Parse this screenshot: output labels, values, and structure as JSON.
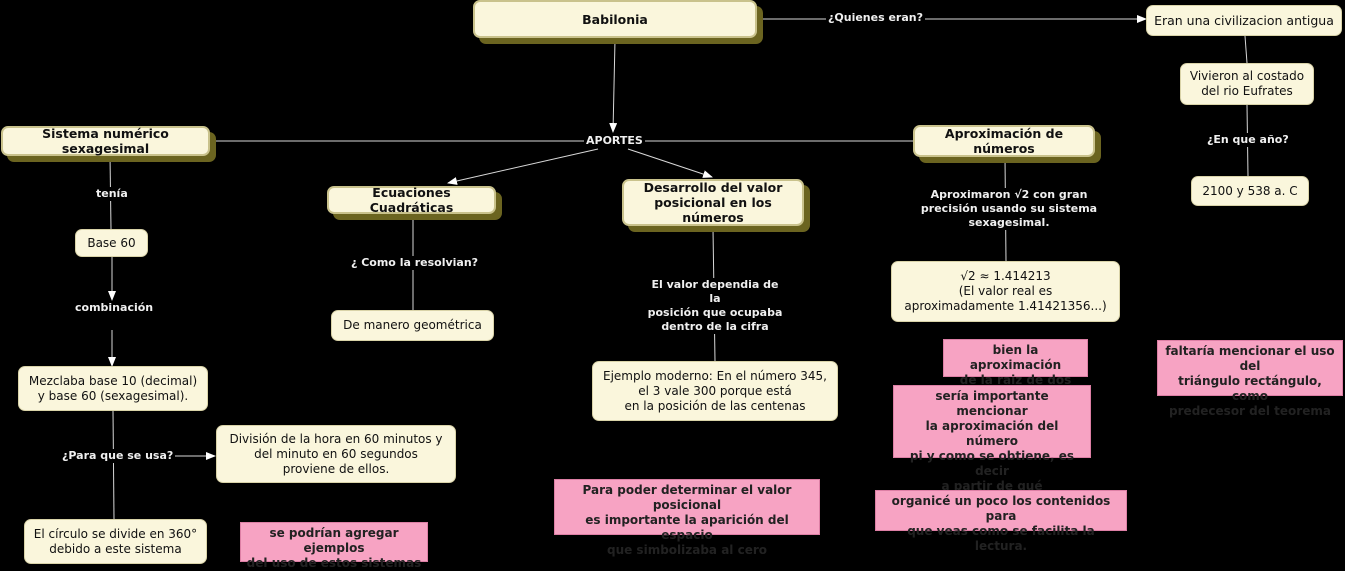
{
  "concepts": {
    "babilonia": "Babilonia",
    "sexagesimal": "Sistema numérico sexagesimal",
    "ecuaciones": "Ecuaciones Cuadráticas",
    "posicional": "Desarrollo del valor\nposicional en los números",
    "aproximacion": "Aproximación de números"
  },
  "nodes": {
    "civilizacion": "Eran una civilizacion antigua",
    "eufrates": "Vivieron al costado\ndel rio Eufrates",
    "fecha": "2100 y 538 a. C",
    "base60": "Base 60",
    "mezcla": "Mezclaba base 10 (decimal)\ny base 60 (sexagesimal).",
    "division": "División de la hora en 60 minutos y\ndel minuto en 60 segundos\nproviene de ellos.",
    "circulo": "El círculo se divide en 360°\ndebido a este sistema",
    "geometrica": "De manero geométrica",
    "ejemplo": "Ejemplo moderno: En el número 345,\nel 3 vale 300 porque está\nen la posición de las centenas",
    "raiz": "√2 ≈ 1.414213\n(El valor real es\naproximadamente 1.41421356...)"
  },
  "labels": {
    "quienes": "¿Quienes eran?",
    "anio": "¿En que año?",
    "aportes": "APORTES",
    "tenia": "tenía",
    "combinacion": "combinación",
    "para_que": "¿Para que se usa?",
    "como": "¿ Como la resolvian?",
    "valor_dependia": "El valor dependia de la\nposición que ocupaba\ndentro de la cifra",
    "aproximaron": "Aproximaron √2 con gran\nprecisión usando su sistema sexagesimal."
  },
  "notes": {
    "ejemplos": "se podrían agregar ejemplos\ndel uso de estos sistemas",
    "cero": "Para poder determinar el valor posicional\nes importante la aparición del espacio\nque simbolizaba al cero",
    "raiz_dos": "bien la aproximación\nde la raiz de dos",
    "pi": "sería importante mencionar\nla aproximación del número\npi y como se obtiene, es decir\na partir de qué construcción",
    "organice": "organicé un poco los contenidos para\nque veas como se facilita la lectura.",
    "triangulo": "faltaría mencionar el uso del\ntriángulo rectángulo, como\npredecesor del teorema"
  },
  "colors": {
    "background": "#000000",
    "node_fill": "#faf6dc",
    "concept_shadow": "#6b6420",
    "note_fill": "#f7a3c3",
    "link": "#d8d8d8"
  }
}
